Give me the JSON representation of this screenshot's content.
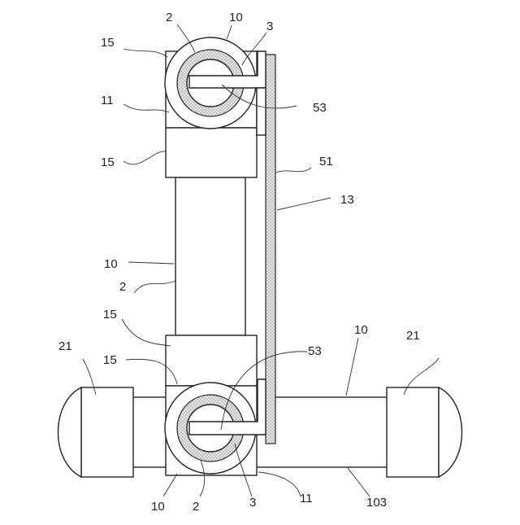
{
  "labels": {
    "top_2": "2",
    "top_10": "10",
    "top_3": "3",
    "top_15": "15",
    "top_11": "11",
    "top_53": "53",
    "mid_15": "15",
    "mid_51": "51",
    "mid_13": "13",
    "mid_10": "10",
    "mid_2": "2",
    "low_15a": "15",
    "low_15b": "15",
    "low_53": "53",
    "low_10": "10",
    "left_21": "21",
    "right_21": "21",
    "bot_10": "10",
    "bot_2": "2",
    "bot_3": "3",
    "bot_11": "11",
    "bot_103": "103"
  }
}
